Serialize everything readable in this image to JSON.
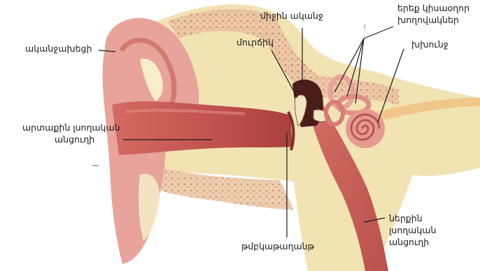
{
  "labels": {
    "pinna": "ականջախեցի",
    "middle_ear": "միջին ականջ",
    "semicircular": [
      "երեք կիսաօղոր",
      "խողովակներ"
    ],
    "hammer": "մուրճիկ",
    "cochlea": "խխունջ",
    "outer_canal": [
      "արտաքին լսողական",
      "անցուղի"
    ],
    "eardrum": "թմբկաթաղանթ",
    "inner_canal": [
      "ներքին",
      "լսողական",
      "անցուղի"
    ]
  },
  "colors": {
    "skin": "#e8a39b",
    "skin_dark": "#c9665e",
    "canal": "#c0504d",
    "bone": "#f2e6b8",
    "bone_tissue": "#e8c8a2",
    "cartilage": "#f6eec8",
    "cochlea": "#e59a92",
    "line": "#1a1a1a"
  }
}
